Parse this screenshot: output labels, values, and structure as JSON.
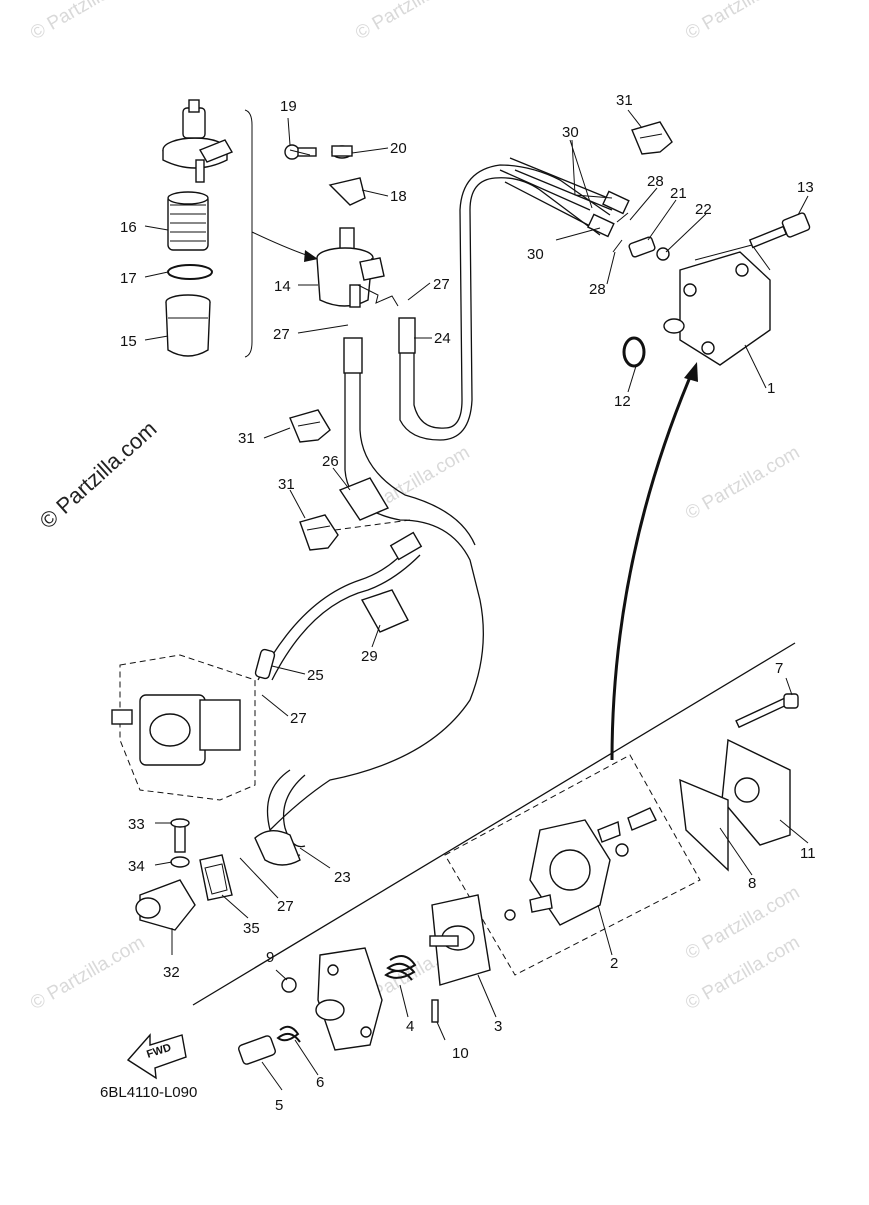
{
  "diagram": {
    "code": "6BL4110-L090",
    "fwd_label": "FWD",
    "watermark_main": "© Partzilla.com",
    "watermark_small": "© Partzilla.com",
    "callouts": [
      "1",
      "2",
      "3",
      "4",
      "5",
      "6",
      "7",
      "8",
      "9",
      "10",
      "11",
      "12",
      "13",
      "14",
      "15",
      "16",
      "17",
      "18",
      "19",
      "20",
      "21",
      "22",
      "23",
      "24",
      "25",
      "26",
      "27",
      "28",
      "29",
      "30",
      "31",
      "32",
      "33",
      "34",
      "35"
    ]
  }
}
